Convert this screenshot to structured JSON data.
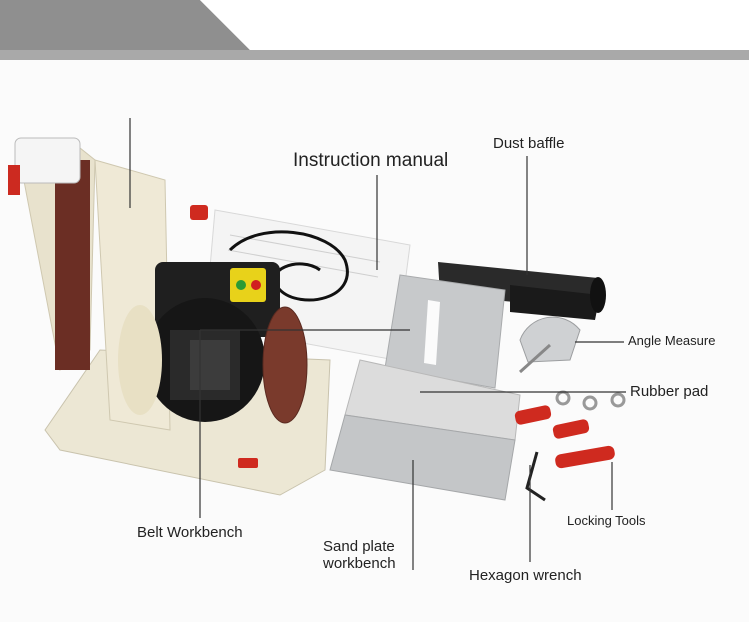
{
  "labels": {
    "instruction_manual": "Instruction manual",
    "dust_baffle": "Dust baffle",
    "angle_measure": "Angle Measure",
    "rubber_pad": "Rubber pad",
    "belt_workbench": "Belt Workbench",
    "sand_plate_line1": "Sand plate",
    "sand_plate_line2": "workbench",
    "locking_tools": "Locking Tools",
    "hexagon_wrench": "Hexagon wrench"
  },
  "colors": {
    "banner_dark": "#8a8a8a",
    "banner_light": "#d6d6d6",
    "machine_body": "#efe9d6",
    "motor": "#1c1c1c",
    "sanding_disc": "#7a3a2c",
    "handle_red": "#d0281e",
    "plate": "#c8cacc",
    "label_text": "#222222"
  }
}
